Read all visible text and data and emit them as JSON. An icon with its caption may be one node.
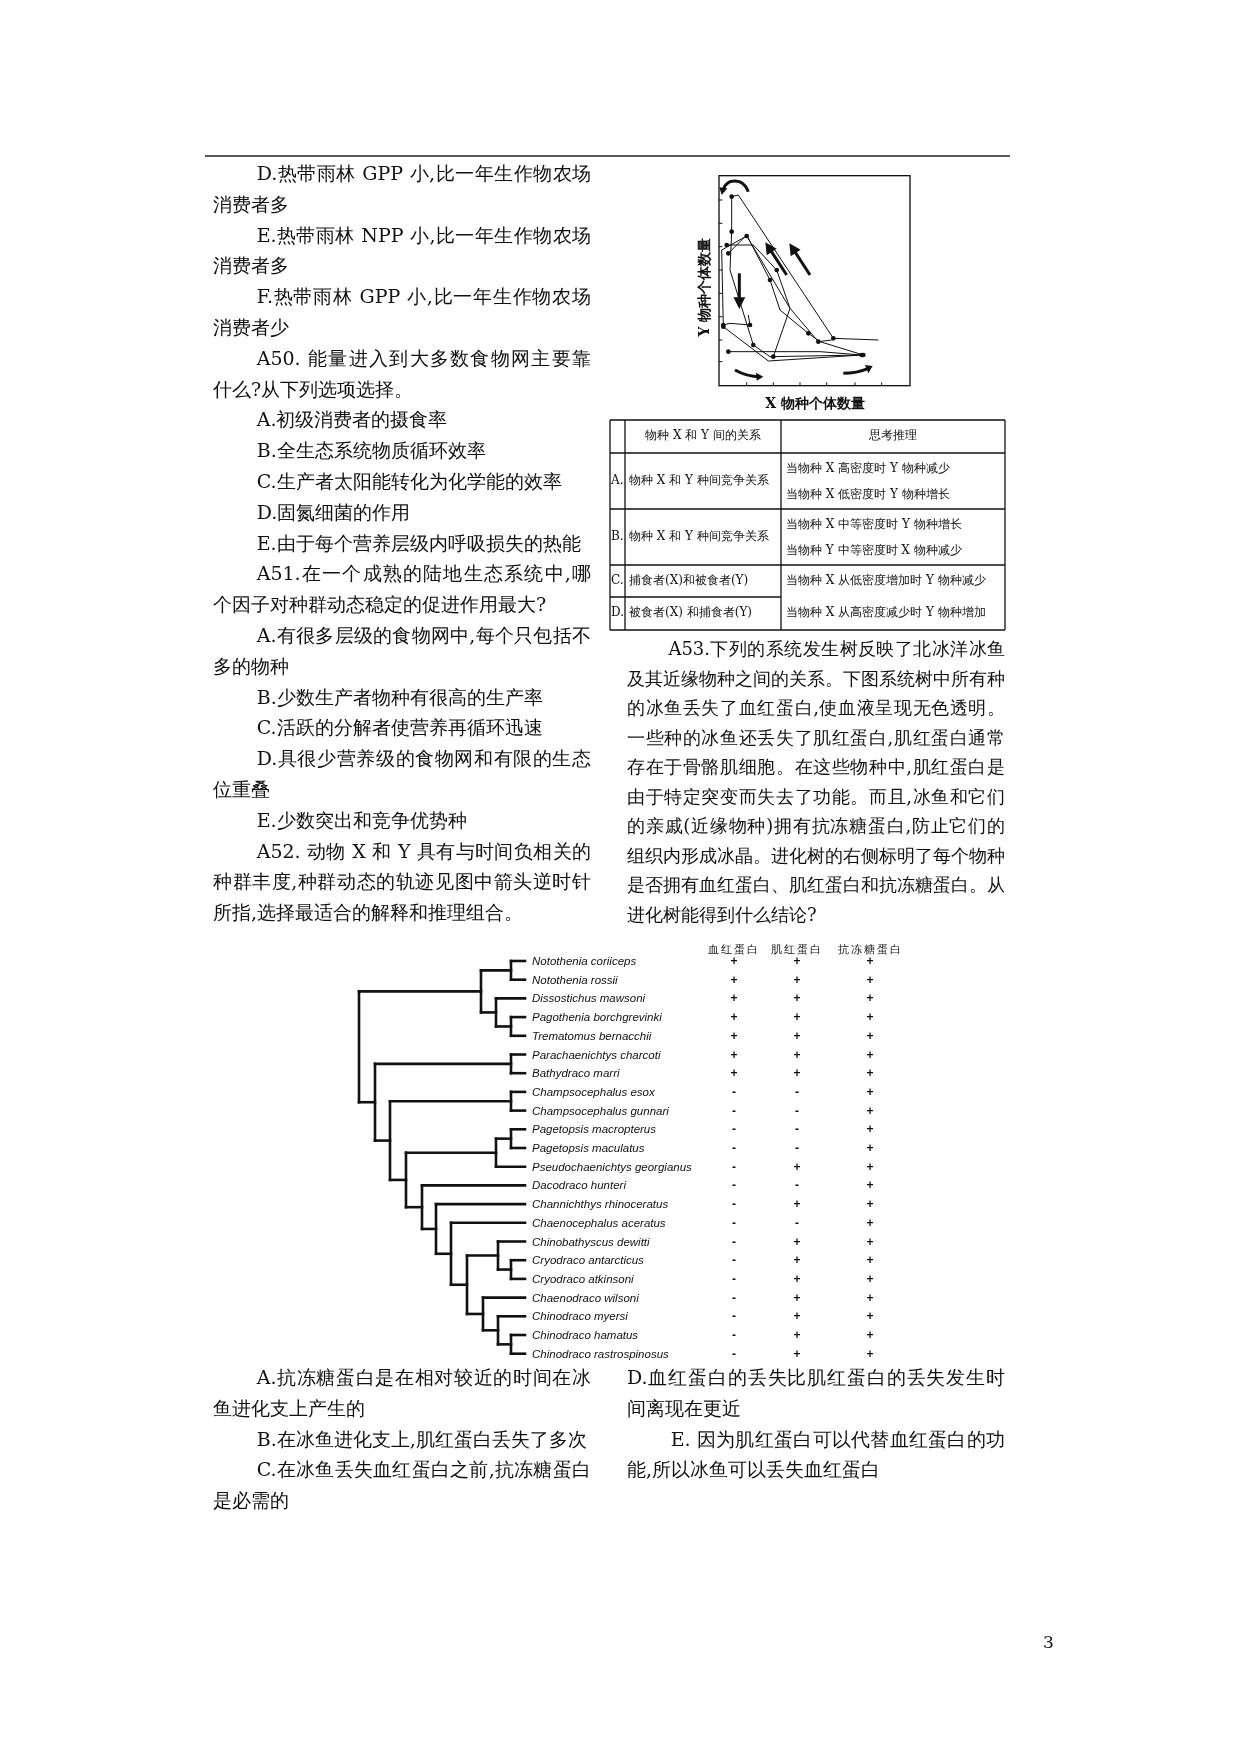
{
  "diagram": {
    "labels": [
      "D.热带雨林 GPP 小,比一年生作物农场消费者多",
      "E.热带雨林 NPP 小,比一年生作物农场消费者多",
      "F.热带雨林 GPP 小,比一年生作物农场消费者少",
      "A50. 能量进入到大多数食物网主要靠什么?从下列选项选择。",
      "A.初级消费者的摄食率",
      "B.全生态系统物质循环效率",
      "C.生产者太阳能转化为化学能的效率",
      "D.固氮细菌的作用",
      "E.由于每个营养层级内呼吸损失的热能",
      "A51.在一个成熟的陆地生态系统中,哪个因子对种群动态稳定的促进作用最大?",
      "A.有很多层级的食物网中,每个只包括不多的物种",
      "B.少数生产者物种有很高的生产率",
      "C.活跃的分解者使营养再循环迅速",
      "D.具很少营养级的食物网和有限的生态位重叠",
      "E.少数突出和竞争优势种",
      "A52. 动物 X 和 Y 具有与时间负相关的种群丰度,种群动态的轨迹见图中箭头逆时针所指,选择最适合的解释和推理组合。",
      "Y 物种个体数量",
      "X 物种个体数量",
      "物种 X 和 Y 间的关系",
      "思考推理",
      "A.",
      "物种 X 和 Y 种间竞争关系",
      "当物种 X 高密度时 Y 物种减少",
      "当物种 X 低密度时 Y 物种增长",
      "B.",
      "物种 X 和 Y 种间竞争关系",
      "当物种 X 中等密度时 Y 物种增长",
      "当物种 Y 中等密度时 X 物种减少",
      "C.",
      "捕食者(X)和被食者(Y)",
      "当物种 X 从低密度增加时 Y 物种减少",
      "D.",
      "被食者(X) 和捕食者(Y)",
      "当物种 X 从高密度减少时 Y 物种增加",
      "A53.下列的系统发生树反映了北冰洋冰鱼及其近缘物种之间的关系。下图系统树中所有种的冰鱼丢失了血红蛋白,使血液呈现无色透明。一些种的冰鱼还丢失了肌红蛋白,肌红蛋白通常存在于骨骼肌细胞。在这些物种中,肌红蛋白是由于特定突变而失去了功能。而且,冰鱼和它们的亲戚(近缘物种)拥有抗冻糖蛋白,防止它们的组织内形成冰晶。进化树的右侧标明了每个物种是否拥有血红蛋白、肌红蛋白和抗冻糖蛋白。从进化树能得到什么结论?",
      "血红蛋白",
      "肌红蛋白",
      "抗冻糖蛋白",
      "Notothenia coriiceps",
      "+",
      "+",
      "+",
      "Notothenia rossii",
      "+",
      "+",
      "+",
      "Dissostichus mawsoni",
      "+",
      "+",
      "+",
      "Pagothenia borchgrevinki",
      "+",
      "+",
      "+",
      "Trematomus bernacchii",
      "+",
      "+",
      "+",
      "Parachaenichtys charcoti",
      "+",
      "+",
      "+",
      "Bathydraco marri",
      "+",
      "+",
      "+",
      "Champsocephalus esox",
      "-",
      "-",
      "+",
      "Champsocephalus gunnari",
      "-",
      "-",
      "+",
      "Pagetopsis macropterus",
      "-",
      "-",
      "+",
      "Pagetopsis maculatus",
      "-",
      "-",
      "+",
      "Pseudochaenichtys georgianus",
      "-",
      "+",
      "+",
      "Dacodraco hunteri",
      "-",
      "-",
      "+",
      "Channichthys rhinoceratus",
      "-",
      "+",
      "+",
      "Chaenocephalus aceratus",
      "-",
      "-",
      "+",
      "Chinobathyscus dewitti",
      "-",
      "+",
      "+",
      "Cryodraco antarcticus",
      "-",
      "+",
      "+",
      "Cryodraco atkinsoni",
      "-",
      "+",
      "+",
      "Chaenodraco wilsoni",
      "-",
      "+",
      "+",
      "Chinodraco myersi",
      "-",
      "+",
      "+",
      "Chinodraco hamatus",
      "-",
      "+",
      "+",
      "Chinodraco rastrospinosus",
      "-",
      "+",
      "+",
      "A.抗冻糖蛋白是在相对较近的时间在冰鱼进化支上产生的",
      "B.在冰鱼进化支上,肌红蛋白丢失了多次",
      "C.在冰鱼丢失血红蛋白之前,抗冻糖蛋白是必需的",
      "D.血红蛋白的丢失比肌红蛋白的丢失发生时间离现在更近",
      "E. 因为肌红蛋白可以代替血红蛋白的功能,所以冰鱼可以丢失血红蛋白",
      "3"
    ]
  }
}
